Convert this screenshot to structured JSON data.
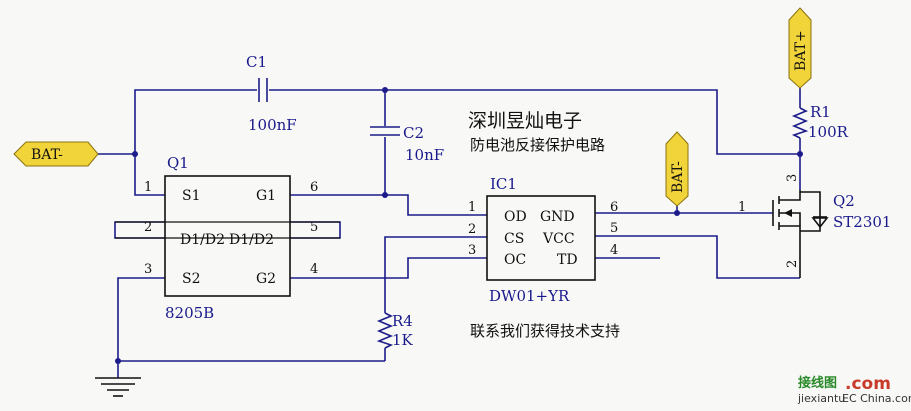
{
  "ports": {
    "bat_minus_left": "BAT-",
    "bat_minus_mid": "BAT-",
    "bat_plus_top": "BAT+"
  },
  "components": {
    "c1": {
      "ref": "C1",
      "value": "100nF"
    },
    "c2": {
      "ref": "C2",
      "value": "10nF"
    },
    "r1": {
      "ref": "R1",
      "value": "100R"
    },
    "r4": {
      "ref": "R4",
      "value": "1K"
    },
    "q1": {
      "ref": "Q1",
      "part": "8205B",
      "pins": {
        "s1": "S1",
        "g1": "G1",
        "d1d2_a": "D1/D2",
        "d1d2_b": "D1/D2",
        "s2": "S2",
        "g2": "G2"
      },
      "pin_numbers": {
        "p1": "1",
        "p2": "2",
        "p3": "3",
        "p4": "4",
        "p5": "5",
        "p6": "6"
      }
    },
    "ic1": {
      "ref": "IC1",
      "part": "DW01+YR",
      "pins": {
        "od": "OD",
        "gnd": "GND",
        "cs": "CS",
        "vcc": "VCC",
        "oc": "OC",
        "td": "TD"
      },
      "pin_numbers": {
        "p1": "1",
        "p2": "2",
        "p3": "3",
        "p4": "4",
        "p5": "5",
        "p6": "6"
      }
    },
    "q2": {
      "ref": "Q2",
      "part": "ST2301",
      "pin_numbers": {
        "p1": "1",
        "p2": "2",
        "p3": "3"
      }
    }
  },
  "annotations": {
    "company": "深圳昱灿电子",
    "subtitle": "防电池反接保护电路",
    "contact": "联系我们获得技术支持"
  },
  "watermark": {
    "cn": "接线图",
    "brand": ".com",
    "url": "jiexiantu",
    "site": "EC China.com"
  },
  "colors": {
    "wire": "#1c1c8a",
    "port_fill": "#f1d33a",
    "label": "#1a1a8c"
  }
}
